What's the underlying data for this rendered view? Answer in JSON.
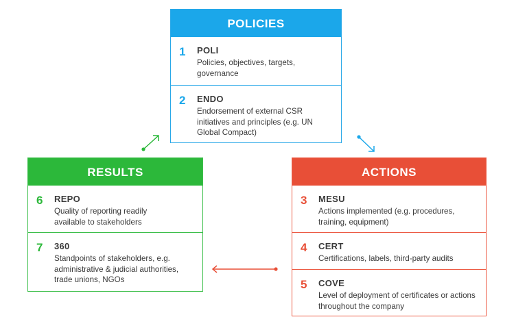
{
  "policies": {
    "title": "POLICIES",
    "items": [
      {
        "num": "1",
        "code": "POLI",
        "desc": "Policies, objectives, targets, governance"
      },
      {
        "num": "2",
        "code": "ENDO",
        "desc": "Endorsement of external CSR initiatives and principles (e.g. UN Global Compact)"
      }
    ]
  },
  "results": {
    "title": "RESULTS",
    "items": [
      {
        "num": "6",
        "code": "REPO",
        "desc": "Quality of reporting readily available to stakeholders"
      },
      {
        "num": "7",
        "code": "360",
        "desc": "Standpoints of stakeholders, e.g. administrative & judicial authorities, trade unions, NGOs"
      }
    ]
  },
  "actions": {
    "title": "ACTIONS",
    "items": [
      {
        "num": "3",
        "code": "MESU",
        "desc": "Actions implemented (e.g. procedures, training, equipment)"
      },
      {
        "num": "4",
        "code": "CERT",
        "desc": "Certifications, labels, third-party audits"
      },
      {
        "num": "5",
        "code": "COVE",
        "desc": "Level of deployment of certificates or actions throughout the company"
      }
    ]
  },
  "colors": {
    "policies": "#1ba7ea",
    "results": "#2cb83a",
    "actions": "#e84f37"
  }
}
